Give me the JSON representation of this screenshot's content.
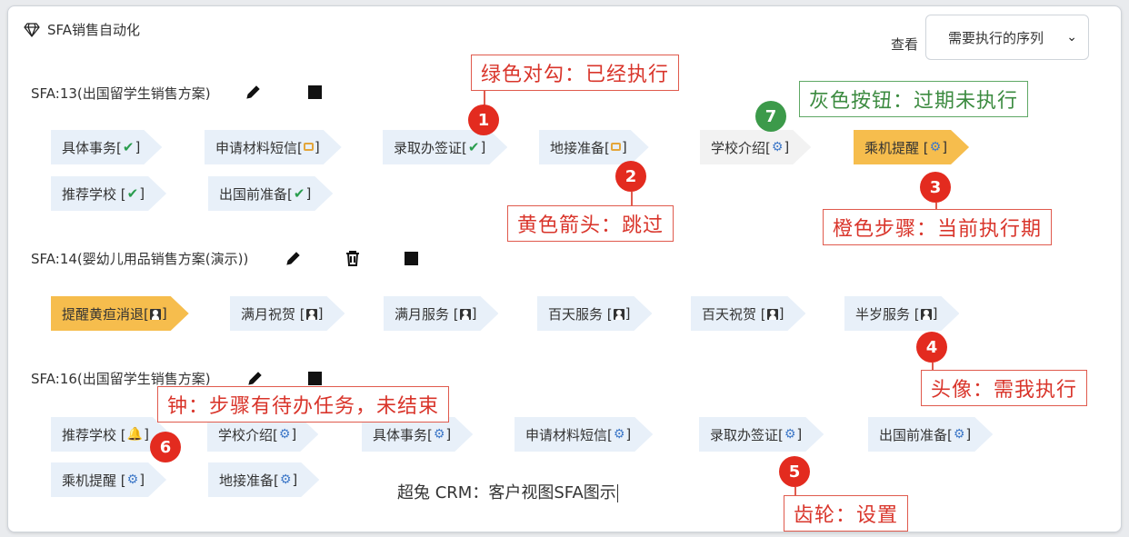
{
  "header": {
    "title": "SFA销售自动化",
    "icon": "diamond-icon"
  },
  "view": {
    "label": "查看",
    "selected": "需要执行的序列"
  },
  "plans": [
    {
      "title": "SFA:13(出国留学生销售方案)",
      "steps": [
        {
          "label": "具体事务[",
          "icon": "check",
          "suffix": "]",
          "state": "done"
        },
        {
          "label": "申请材料短信[",
          "icon": "skip-arrow",
          "suffix": "]",
          "state": "skipped"
        },
        {
          "label": "录取办签证[",
          "icon": "check",
          "suffix": "]",
          "state": "done"
        },
        {
          "label": "地接准备[",
          "icon": "skip-arrow",
          "suffix": "]",
          "state": "skipped"
        },
        {
          "label": "学校介绍[",
          "icon": "gear",
          "suffix": "]",
          "state": "expired"
        },
        {
          "label": "乘机提醒 [",
          "icon": "gear",
          "suffix": "]",
          "state": "current"
        },
        {
          "label": "推荐学校 [",
          "icon": "check",
          "suffix": "]",
          "state": "done"
        },
        {
          "label": "出国前准备[",
          "icon": "check",
          "suffix": "]",
          "state": "done"
        }
      ]
    },
    {
      "title": "SFA:14(婴幼儿用品销售方案(演示))",
      "steps": [
        {
          "label": "提醒黄疸消退[",
          "icon": "person",
          "suffix": "]",
          "state": "current"
        },
        {
          "label": "满月祝贺 [",
          "icon": "person",
          "suffix": "]",
          "state": "pending"
        },
        {
          "label": "满月服务 [",
          "icon": "person",
          "suffix": "]",
          "state": "pending"
        },
        {
          "label": "百天服务 [",
          "icon": "person",
          "suffix": "]",
          "state": "pending"
        },
        {
          "label": "百天祝贺 [",
          "icon": "person",
          "suffix": "]",
          "state": "pending"
        },
        {
          "label": "半岁服务 [",
          "icon": "person",
          "suffix": "]",
          "state": "pending"
        }
      ]
    },
    {
      "title": "SFA:16(出国留学生销售方案)",
      "steps": [
        {
          "label": "推荐学校 [",
          "icon": "bell",
          "suffix": "]",
          "state": "pending"
        },
        {
          "label": "学校介绍[",
          "icon": "gear",
          "suffix": "]",
          "state": "pending"
        },
        {
          "label": "具体事务[",
          "icon": "gear",
          "suffix": "]",
          "state": "pending"
        },
        {
          "label": "申请材料短信[",
          "icon": "gear",
          "suffix": "]",
          "state": "pending"
        },
        {
          "label": "录取办签证[",
          "icon": "gear",
          "suffix": "]",
          "state": "pending"
        },
        {
          "label": "出国前准备[",
          "icon": "gear",
          "suffix": "]",
          "state": "pending"
        },
        {
          "label": "乘机提醒 [",
          "icon": "gear",
          "suffix": "]",
          "state": "pending"
        },
        {
          "label": "地接准备[",
          "icon": "gear",
          "suffix": "]",
          "state": "pending"
        }
      ]
    }
  ],
  "annotations": [
    {
      "number": "1",
      "text": "绿色对勾：已经执行",
      "color": "#d9352b"
    },
    {
      "number": "2",
      "text": "黄色箭头：跳过",
      "color": "#d9352b"
    },
    {
      "number": "3",
      "text": "橙色步骤：当前执行期",
      "color": "#d9352b"
    },
    {
      "number": "4",
      "text": "头像：需我执行",
      "color": "#d9352b"
    },
    {
      "number": "5",
      "text": "齿轮：设置",
      "color": "#d9352b"
    },
    {
      "number": "6",
      "text": "钟：步骤有待办任务，未结束",
      "color": "#d9352b"
    },
    {
      "number": "7",
      "text": "灰色按钮：过期未执行",
      "color": "#3c8b40"
    }
  ],
  "caption": "超兔 CRM：客户视图SFA图示"
}
